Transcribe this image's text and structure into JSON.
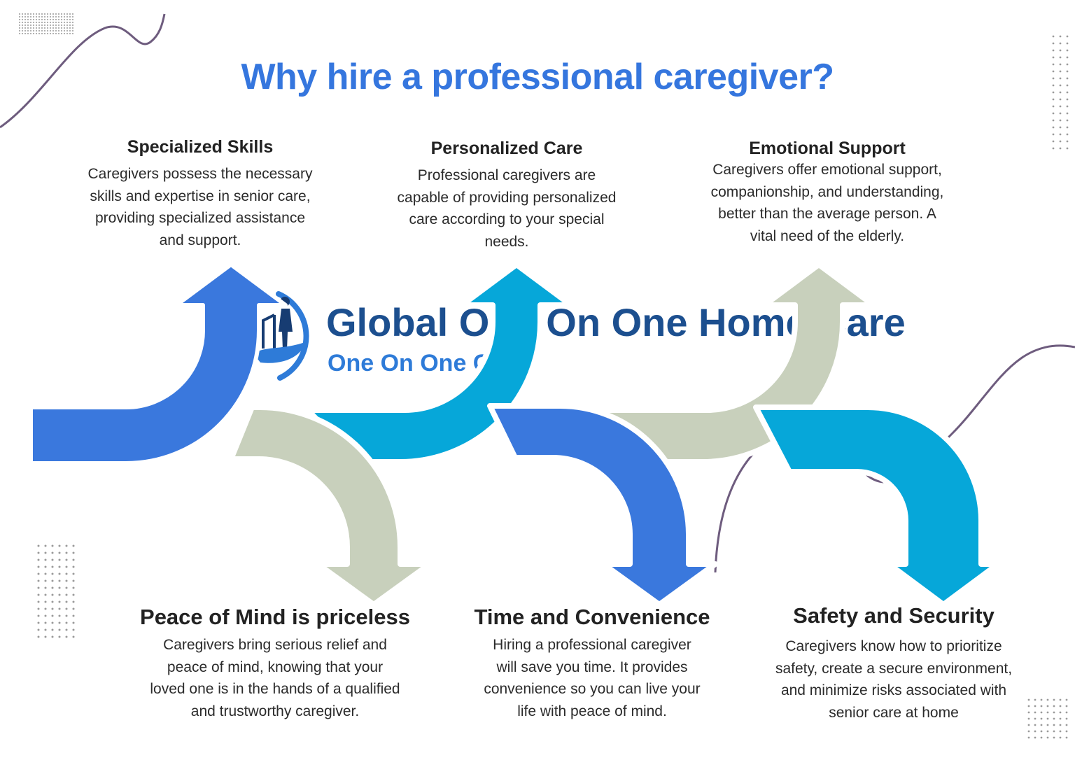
{
  "title": "Why hire a professional caregiver?",
  "logo": {
    "name": "Global One On One Home Care",
    "tagline": "One On One Care",
    "icon": "caregiver-hand-icon"
  },
  "colors": {
    "title": "#3576DE",
    "royal_blue": "#3A78DD",
    "cyan": "#06A7D9",
    "sage": "#C8D0BC",
    "accent_line": "#6E5C7E",
    "dots": "#9A9A9A"
  },
  "cards": [
    {
      "heading": "Specialized Skills",
      "lines": [
        "Caregivers possess the necessary",
        "skills and expertise in senior care,",
        "providing specialized assistance",
        "and support."
      ]
    },
    {
      "heading": "Personalized Care",
      "lines": [
        "Professional caregivers are",
        "capable of providing personalized",
        "care according to your special",
        "needs."
      ]
    },
    {
      "heading": "Emotional Support",
      "lines": [
        "Caregivers offer emotional support,",
        "companionship, and understanding,",
        "better than the average person. A",
        "vital need of the elderly."
      ]
    },
    {
      "heading": "Peace of Mind is priceless",
      "lines": [
        "Caregivers bring serious relief and",
        "peace of mind, knowing that your",
        "loved one is in the hands of a qualified",
        "and trustworthy caregiver."
      ]
    },
    {
      "heading": "Time and Convenience",
      "lines": [
        "Hiring a professional caregiver",
        "will save you time. It provides",
        "convenience so you can live your",
        "life with peace of mind."
      ]
    },
    {
      "heading": "Safety and Security",
      "lines": [
        "Caregivers know how to prioritize",
        "safety, create a secure environment,",
        "and minimize risks associated with",
        "senior care at home"
      ]
    }
  ]
}
